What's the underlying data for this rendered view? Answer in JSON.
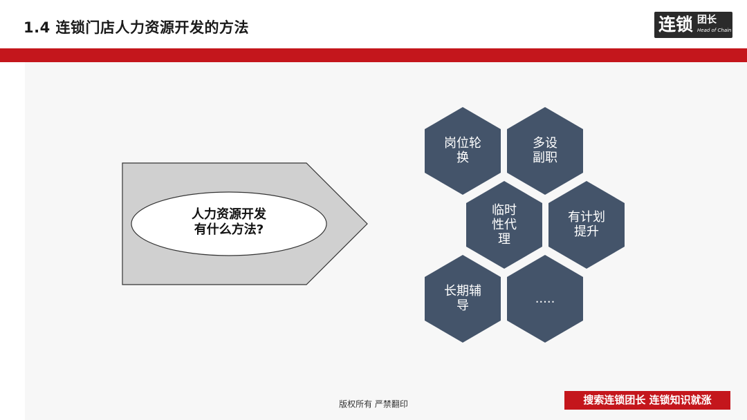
{
  "header": {
    "title": "1.4  连锁门店人力资源开发的方法",
    "logo_main": "连锁",
    "logo_sub": "团长",
    "logo_en": "Head of Chain"
  },
  "diagram": {
    "question_line1": "人力资源开发",
    "question_line2": "有什么方法?",
    "methods": [
      {
        "label": "岗位轮\n换"
      },
      {
        "label": "多设\n副职"
      },
      {
        "label": "临时\n性代\n理"
      },
      {
        "label": "有计划\n提升"
      },
      {
        "label": "长期辅\n导"
      },
      {
        "label": "....."
      }
    ]
  },
  "footer": {
    "copyright": "版权所有  严禁翻印",
    "slogan": "搜索连锁团长  连锁知识就涨"
  },
  "colors": {
    "accent_red": "#c4161c",
    "hex_fill": "#44546a",
    "arrow_fill": "#d0d0d0"
  }
}
